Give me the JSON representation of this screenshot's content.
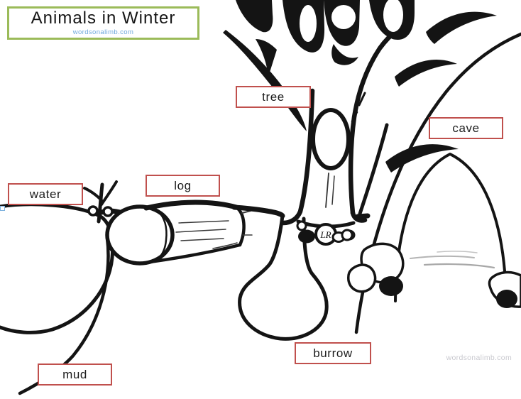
{
  "title_box": {
    "title": "Animals in Winter",
    "website": "wordsonalimb.com"
  },
  "labels": [
    {
      "id": "tree",
      "text": "tree"
    },
    {
      "id": "cave",
      "text": "cave"
    },
    {
      "id": "water",
      "text": "water"
    },
    {
      "id": "log",
      "text": "log"
    },
    {
      "id": "burrow",
      "text": "burrow"
    },
    {
      "id": "mud",
      "text": "mud"
    }
  ],
  "scene": {
    "signature": "LR",
    "watermark": "wordsonalimb.com",
    "depicted_items": [
      "tree",
      "cave",
      "water",
      "log",
      "burrow",
      "mud"
    ]
  },
  "colors": {
    "label_border": "#c0504d",
    "title_border": "#9bbb59",
    "website_text": "#6fa8dc",
    "ink": "#141414",
    "pencil_smudge": "#b0b0b0",
    "watermark_text": "#c9c9cf",
    "handle_border": "#7fb3df"
  }
}
